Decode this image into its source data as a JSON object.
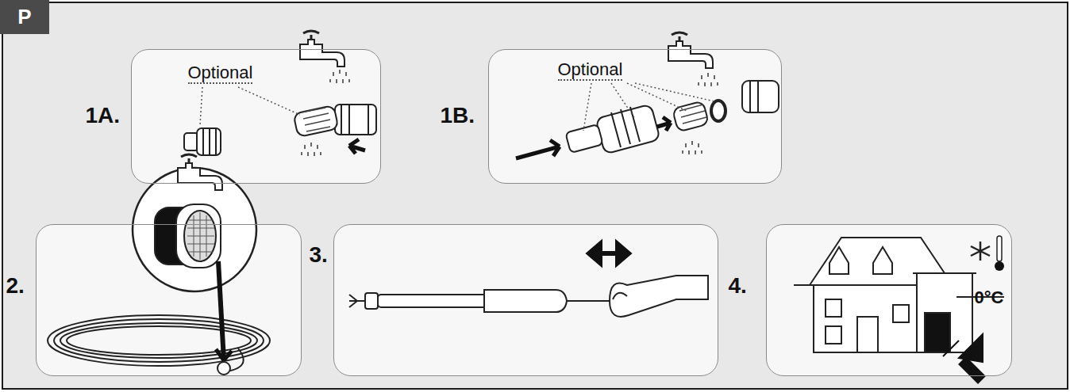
{
  "diagram": {
    "nodes": [
      {
        "text": [
          "P"
        ]
      },
      {
        "text": [
          "1A.",
          "Optional"
        ],
        "in": 0
      },
      {
        "text": [
          "1B.",
          "Optional"
        ],
        "in": 0
      },
      {
        "text": [
          "2."
        ],
        "in": 0
      },
      {
        "text": [
          "3."
        ],
        "in": 0
      },
      {
        "text": [
          "4.",
          "0°C"
        ],
        "in": 0
      }
    ]
  }
}
